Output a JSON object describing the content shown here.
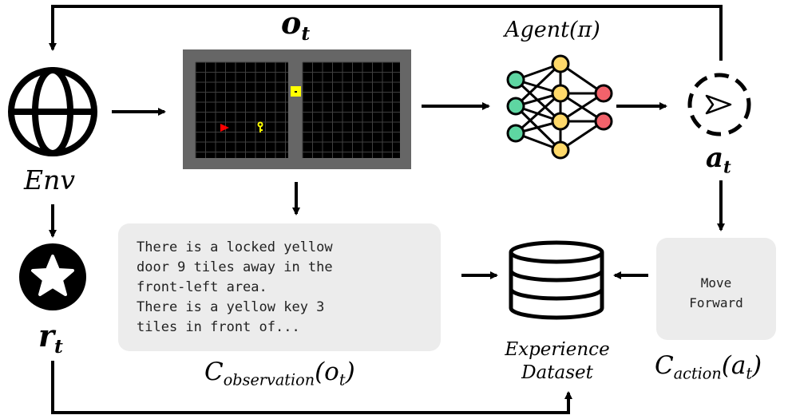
{
  "labels": {
    "observation_symbol": "o",
    "observation_subscript": "t",
    "agent_label": "Agent(π)",
    "action_symbol": "a",
    "action_subscript": "t",
    "env_label": "Env",
    "reward_symbol": "r",
    "reward_subscript": "t",
    "c_observation_main": "C",
    "c_observation_sub": "observation",
    "c_observation_arg": "(o",
    "c_observation_arg_sub": "t",
    "c_observation_close": ")",
    "c_action_main": "C",
    "c_action_sub": "action",
    "c_action_arg": "(a",
    "c_action_arg_sub": "t",
    "c_action_close": ")",
    "dataset_line1": "Experience",
    "dataset_line2": "Dataset"
  },
  "observation_text": {
    "line1": "There is a locked yellow",
    "line2": "door 9 tiles away in the",
    "line3": "front-left area.",
    "line4": "There is a yellow key 3",
    "line5": "tiles in front of..."
  },
  "action_text": {
    "line1": "Move",
    "line2": "Forward"
  },
  "icons": {
    "env": "globe-icon",
    "reward": "star-badge-icon",
    "agent": "neural-network-icon",
    "action": "navigation-arrow-icon",
    "dataset": "database-icon"
  },
  "colors": {
    "grid_background": "#000000",
    "grid_border": "#666666",
    "node_green": "#5ed6a2",
    "node_yellow": "#ffd96a",
    "node_red": "#f2626b",
    "agent_marker": "#ff0000",
    "key_and_door": "#ffff00",
    "text_box": "#ececec"
  }
}
